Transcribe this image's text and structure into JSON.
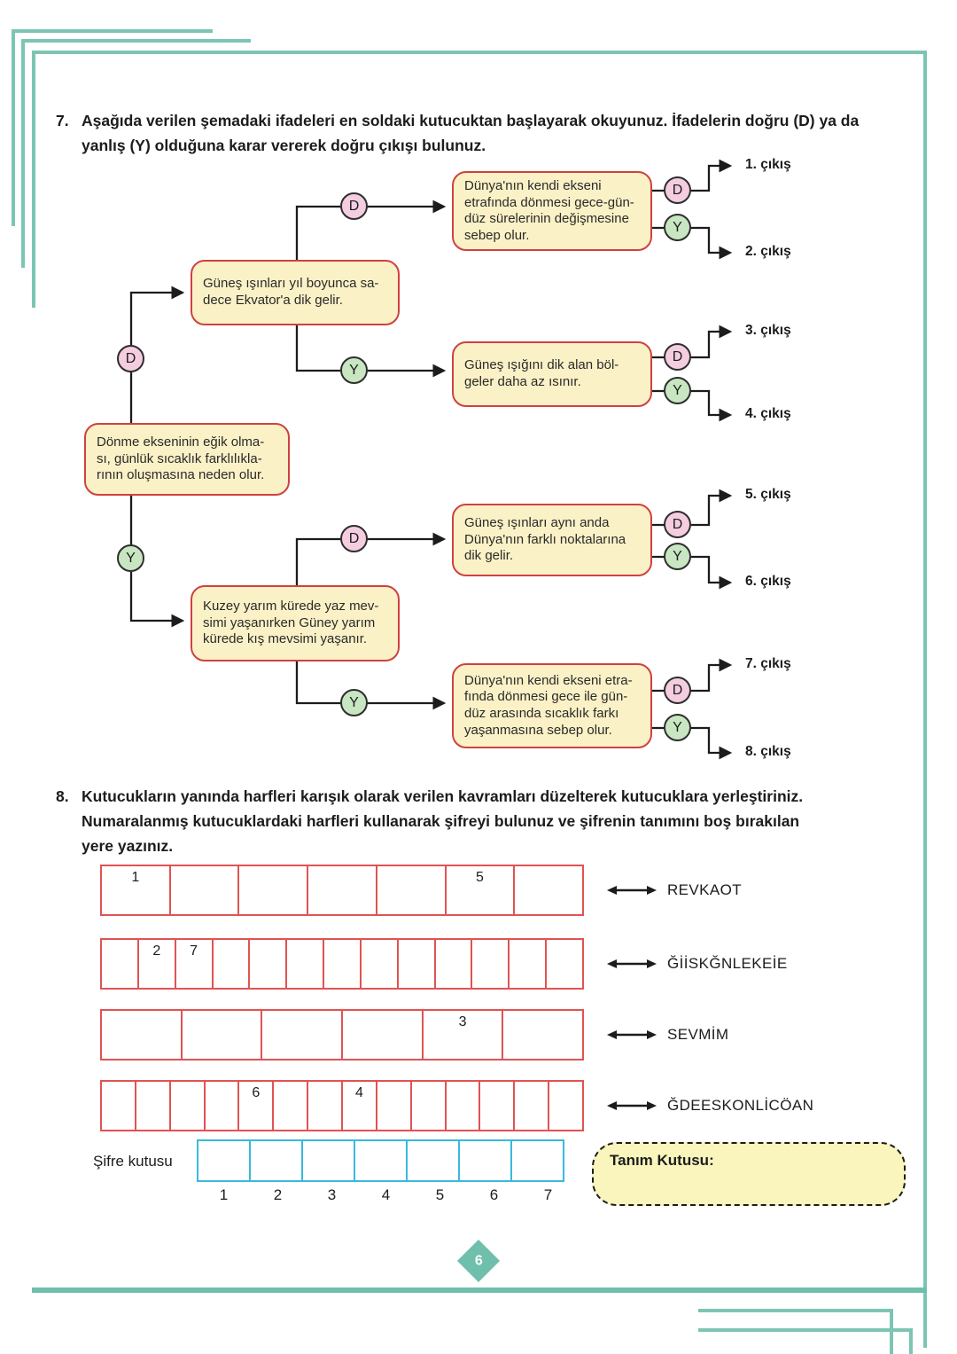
{
  "colors": {
    "frame_teal": "#7cc5b4",
    "flow_box_fill": "#faf1c6",
    "flow_box_border": "#cf4141",
    "d_circle_pink": "#f5cde0",
    "y_circle_green": "#c8e6c2",
    "letter_cell_border": "#e05353",
    "cipher_cell_border": "#39b9dd",
    "definition_box_fill": "#faf4bd",
    "page_badge_teal": "#6fbfac"
  },
  "q7": {
    "number": "7.",
    "prompt": [
      "Aşağıda verilen şemadaki ifadeleri en soldaki kutucuktan başlayarak okuyunuz. İfadelerin doğru (D) ya da",
      "yanlış (Y) olduğuna karar vererek doğru çıkışı bulunuz."
    ],
    "d": "D",
    "y": "Y",
    "boxes": {
      "root": [
        "Dönme ekseninin eğik olma-",
        "sı, günlük sıcaklık farklılıkla-",
        "rının oluşmasına neden olur."
      ],
      "sun_equator": [
        "Güneş ışınları yıl boyunca sa-",
        "dece Ekvator'a dik gelir."
      ],
      "north_summer": [
        "Kuzey yarım kürede yaz mev-",
        "simi yaşanırken Güney yarım",
        "kürede kış mevsimi yaşanır."
      ],
      "rotation_daynight": [
        "Dünya'nın kendi ekseni",
        "etrafında dönmesi gece-gün-",
        "düz sürelerinin değişmesine",
        "sebep olur."
      ],
      "perpendicular_less_heat": [
        "Güneş ışığını dik alan böl-",
        "geler daha az ısınır."
      ],
      "sun_same_time": [
        "Güneş ışınları aynı anda",
        "Dünya'nın farklı noktalarına",
        "dik gelir."
      ],
      "rotation_temp_diff": [
        "Dünya'nın kendi ekseni etra-",
        "fında dönmesi gece ile gün-",
        "düz arasında sıcaklık farkı",
        "yaşanmasına sebep olur."
      ]
    },
    "exits": [
      "1. çıkış",
      "2. çıkış",
      "3. çıkış",
      "4. çıkış",
      "5. çıkış",
      "6. çıkış",
      "7. çıkış",
      "8. çıkış"
    ]
  },
  "q8": {
    "number": "8.",
    "prompt": [
      "Kutucukların yanında harfleri karışık olarak verilen kavramları düzelterek kutucuklara yerleştiriniz.",
      "Numaralanmış kutucuklardaki harfleri kullanarak şifreyi bulunuz ve şifrenin tanımını boş bırakılan",
      "yere yazınız."
    ],
    "rows": [
      {
        "cells": [
          "1",
          "",
          "",
          "",
          "",
          "5",
          ""
        ],
        "word": "REVKAOT"
      },
      {
        "cells": [
          "",
          "2",
          "7",
          "",
          "",
          "",
          "",
          "",
          "",
          "",
          "",
          "",
          ""
        ],
        "word": "ĞİİSKĞNLEKEİE"
      },
      {
        "cells": [
          "",
          "",
          "",
          "",
          "3",
          ""
        ],
        "word": "SEVMİM"
      },
      {
        "cells": [
          "",
          "",
          "",
          "",
          "6",
          "",
          "",
          "4",
          "",
          "",
          "",
          "",
          "",
          ""
        ],
        "word": "ĞDEESKONLİCÖAN"
      }
    ],
    "cipher": {
      "label": "Şifre kutusu",
      "numbers": [
        "1",
        "2",
        "3",
        "4",
        "5",
        "6",
        "7"
      ]
    },
    "definition_box_label": "Tanım Kutusu:"
  },
  "page_number": "6"
}
